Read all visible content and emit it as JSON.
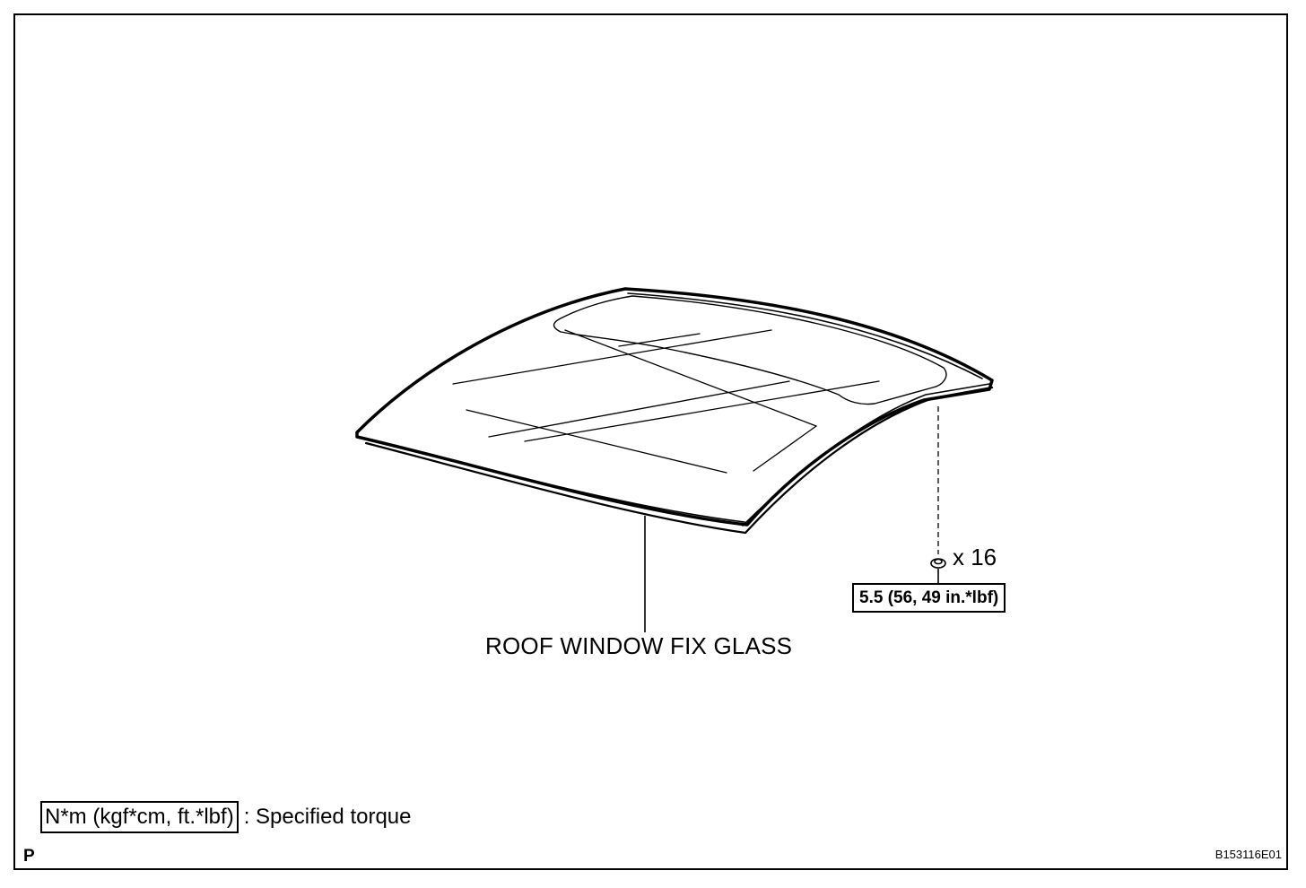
{
  "diagram": {
    "part_name": "ROOF WINDOW FIX GLASS",
    "fastener_quantity": "x 16",
    "torque_value": "5.5 (56, 49 in.*lbf)"
  },
  "legend": {
    "unit_label": "N*m (kgf*cm, ft.*lbf)",
    "description": ": Specified torque"
  },
  "footer": {
    "corner_code": "P",
    "figure_id": "B153116E01"
  },
  "icons": {
    "glass_panel": "roof-glass-illustration",
    "clip": "clip-fastener-icon"
  },
  "colors": {
    "line": "#000000",
    "background": "#ffffff"
  }
}
